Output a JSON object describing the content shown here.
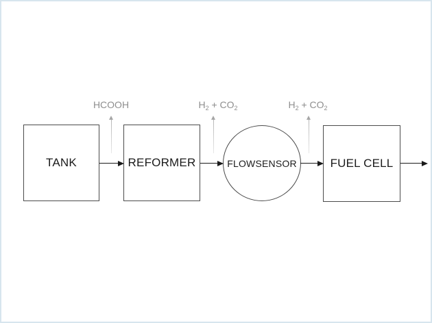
{
  "page": {
    "background_color": "#ffffff",
    "border_color": "#d7e5ee"
  },
  "diagram": {
    "type": "process-flow",
    "nodes": [
      {
        "id": "tank",
        "label": "TANK",
        "shape": "rect"
      },
      {
        "id": "reformer",
        "label": "REFORMER",
        "shape": "rect"
      },
      {
        "id": "flowsensor",
        "label": "FLOWSENSOR",
        "shape": "ellipse"
      },
      {
        "id": "fuel-cell",
        "label": "FUEL CELL",
        "shape": "rect"
      }
    ],
    "flow_order": "TANK → REFORMER → FLOWSENSOR → FUEL CELL → out",
    "stream_labels": {
      "hcooh": "HCOOH",
      "h": "H",
      "sub2": "2",
      "plus_co": " + CO"
    },
    "colors": {
      "node_border": "#4a4a4a",
      "node_text": "#1a1a1a",
      "flow_arrow": "#1a1a1a",
      "stream_text": "#8e8e8e",
      "stream_arrow": "#a6a6a6"
    }
  }
}
